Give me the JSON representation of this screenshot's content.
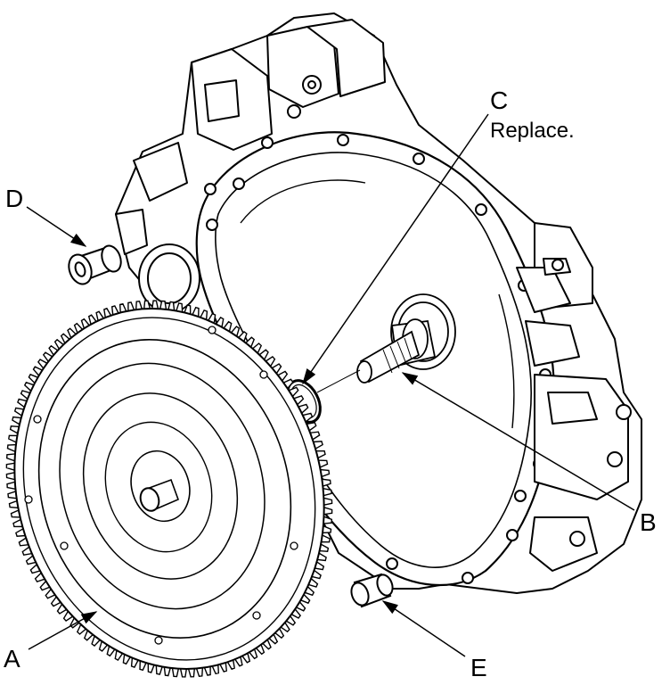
{
  "callouts": {
    "a": {
      "letter": "A"
    },
    "b": {
      "letter": "B"
    },
    "c": {
      "letter": "C",
      "note": "Replace."
    },
    "d": {
      "letter": "D"
    },
    "e": {
      "letter": "E"
    }
  }
}
